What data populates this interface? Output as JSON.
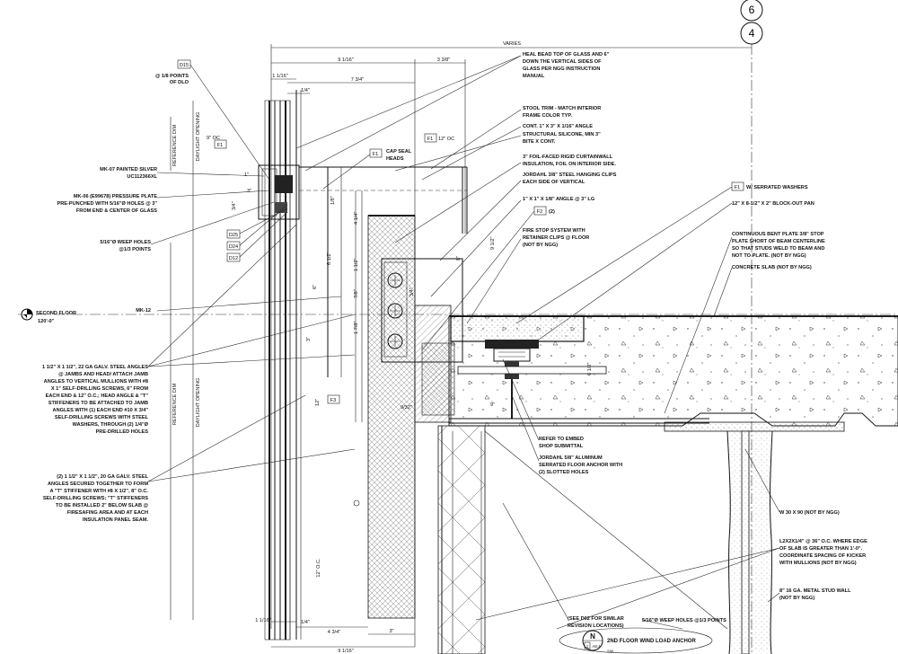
{
  "bubbles": {
    "top": "6",
    "bottom": "4"
  },
  "dims": {
    "varies": "VARIES",
    "d_9_1_16_top": "9 1/16\"",
    "d_3_3_8": "3 3/8\"",
    "d_1_1_16_top": "1 1/16\"",
    "d_7_3_4": "7 3/4\"",
    "d_1_4_top": "1/4\"",
    "d_1_1_16_bot": "1 1/16\"",
    "d_1_4_bot": "1/4\"",
    "d_4_3_4": "4 3/4\"",
    "d_3_bot": "3\"",
    "d_9_1_16_bot": "9 1/16\"",
    "d_9oc": "9\" OC",
    "d_12oc_top": "12\" OC",
    "d_12oc_side": "12\" O.C.",
    "d_1": "1\"",
    "d_3": "3\"",
    "d_3_4": "3/4\"",
    "d_1_8": "1/8\"",
    "d_4_1_4": "4 1/4\"",
    "d_6_1_2_a": "6 1/2\"",
    "d_6": "6\"",
    "d_1_1_2": "1 1/2\"",
    "d_7_8": "7/8\"",
    "d_1_7_8": "1 7/8\"",
    "d_3_4b": "3/4\"",
    "d_3_right": "3\"",
    "d_9_1_2": "9 1/2\"",
    "d_6_1_2_b": "6 1/2\"",
    "d_9_32": "9/32\"",
    "d_9": "9\"",
    "d_12": "12\"",
    "d_8": "8\""
  },
  "vertical_labels": {
    "ref_dim_top": "REFERENCE DIM",
    "daylight_top": "DAYLIGHT OPENING",
    "ref_dim_bot": "REFERENCE DIM",
    "daylight_bot": "DAYLIGHT OPENING"
  },
  "tags": {
    "d15_a": "D15",
    "d25": "D25",
    "d24": "D24",
    "d12": "D12",
    "f1_a": "F1",
    "f1_b": "F1",
    "f1_c": "F1",
    "f1_d": "F1",
    "f2": "F2",
    "f3": "F3"
  },
  "left_notes": {
    "pts_dlo": [
      "@ 1/8 POINTS",
      "OF DLO"
    ],
    "mk07": [
      "MK-07 PAINTED SILVER",
      "UC112366XL"
    ],
    "mk06": [
      "MK-06 (E99678) PRESSURE PLATE",
      "PRE-PUNCHED WITH 5/16\"Ø HOLES @ 3\"",
      "FROM END & CENTER OF GLASS"
    ],
    "weep": [
      "5/16\"Ø WEEP HOLES",
      "@1/3 POINTS"
    ],
    "mk12": "MK-12",
    "floor_name": "SECOND FLOOR",
    "floor_elev": "120'-0\"",
    "angles": [
      "1 1/2\" X 1 1/2\", 22 GA GALV. STEEL ANGLES",
      "@ JAMBS AND HEAD/ ATTACH JAMB",
      "ANGLES TO VERTICAL MULLIONS WITH #8",
      "X 1\" SELF-DRILLING SCREWS, 6\" FROM",
      "EACH END & 12\" O.C.; HEAD ANGLE & \"T\"",
      "STIFFENERS TO BE ATTACHED TO JAMB",
      "ANGLES WITH (1) EACH END #10 X 3/4\"",
      "SELF-DRILLING SCREWS WITH STEEL",
      "WASHERS, THROUGH (2) 1/4\"Ø",
      "PRE-DRILLED HOLES"
    ],
    "stiffener": [
      "(2) 1 1/2\" X 1 1/2\", 20 GA GALV. STEEL",
      "ANGLES SECURED TOGETHER TO FORM",
      "A \"T\" STIFFENER WITH #8 X 1/2\", 8\" O.C.",
      "SELF-DRILLING SCREWS; \"T\" STIFFENERS",
      "TO BE INSTALLED 2\" BELOW SLAB @",
      "FIRESAFING AREA AND AT EACH",
      "INSULATION PANEL SEAM."
    ]
  },
  "center_notes": {
    "cap_seal": [
      "CAP SEAL",
      "HEADS"
    ],
    "f2_num": "(2)",
    "embed": [
      "REFER TO EMBED",
      "SHOP SUBMITTAL"
    ],
    "jordahl_anchor": [
      "JORDAHL 5/8\" ALUMINUM",
      "SERRATED FLOOR ANCHOR WITH",
      "(2) SLOTTED HOLES"
    ],
    "see_d02": [
      "(SEE D02 FOR SIMILAR",
      "REVISION LOCATIONS)"
    ],
    "weep_bot": "5/16\"Ø WEEP HOLES @1/3 POINTS"
  },
  "right_notes": {
    "heal_bead": [
      "HEAL BEAD TOP OF GLASS AND 6\"",
      "DOWN THE VERTICAL SIDES OF",
      "GLASS PER NGG INSTRUCTION",
      "MANUAL"
    ],
    "stool_trim": [
      "STOOL TRIM - MATCH INTERIOR",
      "FRAME COLOR TYP."
    ],
    "cont_angle": "CONT. 1\" X 3\" X 1/16\" ANGLE",
    "silicone": [
      "STRUCTURAL SILICONE, MIN 3\"",
      "BITE X CONT."
    ],
    "insulation": [
      "3\" FOIL-FACED RIGID CURTAINWALL",
      "INSULATION, FOIL ON INTERIOR SIDE."
    ],
    "hanging_clips": [
      "JORDAHL 3/8\" STEEL HANGING CLIPS",
      "EACH SIDE OF VERTICAL"
    ],
    "angle_lg": "1\" X 1\" X 1/8\" ANGLE @ 3\" LG",
    "fire_stop": [
      "FIRE STOP SYSTEM WITH",
      "RETAINER CLIPS @ FLOOR",
      "(NOT BY NGG)"
    ],
    "serrated": "W/ SERRATED WASHERS",
    "blockout": "12\" X 8-1/2\" X 2\" BLOCK-OUT PAN",
    "bent_plate": [
      "CONTINUOUS BENT PLATE 3/8\" STOP",
      "PLATE SHORT OF BEAM CENTERLINE",
      "SO THAT STUDS WELD TO BEAM AND",
      "NOT TO PLATE. (NOT BY NGG)"
    ],
    "slab": "CONCRETE SLAB (NOT BY NGG)",
    "beam": "W 30 X 90 (NOT BY NGG)",
    "kicker": [
      "L2X2X1/4\" @ 36\" O.C. WHERE EDGE",
      "OF SLAB IS GREATER THAN 1'-0\".",
      "COORDINATE SPACING OF KICKER",
      "WITH MULLIONS (NOT BY NGG)"
    ],
    "stud_wall": [
      "8\" 16 GA. METAL STUD WALL",
      "(NOT BY NGG)"
    ]
  },
  "title_block": {
    "symbol_letter": "N",
    "symbol_num": "1",
    "symbol_sheet": "A8.4",
    "symbol_sim": "SIM",
    "title": "2ND FLOOR WIND LOAD ANCHOR"
  }
}
